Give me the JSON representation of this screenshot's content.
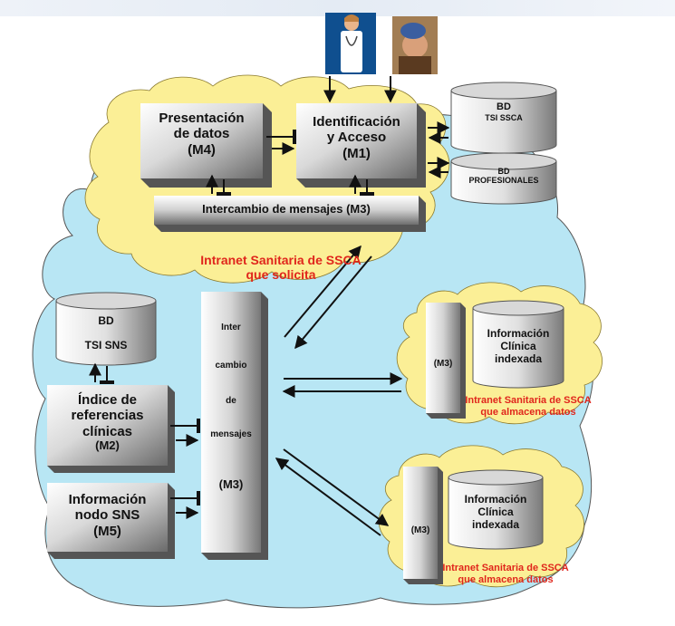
{
  "background": {
    "top_band": "#e9eef6",
    "cloud_blue": "#b8e6f4",
    "cloud_yellow": "#fbef96",
    "box_light": "#f4f4f4",
    "box_dark": "#6e6e6e",
    "red": "#e0261c"
  },
  "actors": {
    "doctor_icon": "doctor-icon",
    "patient_icon": "patient-icon"
  },
  "boxes": {
    "m4": {
      "line1": "Presentación",
      "line2": "de datos",
      "line3": "(M4)"
    },
    "m1": {
      "line1": "Identificación",
      "line2": "y Acceso",
      "line3": "(M1)"
    },
    "m3_top": {
      "label": "Intercambio de mensajes (M3)"
    },
    "m2": {
      "line1": "Índice de",
      "line2": "referencias",
      "line3": "clínicas",
      "line4": "(M2)"
    },
    "m5": {
      "line1": "Información",
      "line2": "nodo SNS",
      "line3": "(M5)"
    },
    "m3_center": {
      "line1": "Inter",
      "line2": "cambio",
      "line3": "de",
      "line4": "mensajes",
      "line5": "(M3)"
    },
    "m3_right1": {
      "label": "(M3)"
    },
    "m3_right2": {
      "label": "(M3)"
    }
  },
  "databases": {
    "tsi_ssca": {
      "line1": "BD",
      "line2": "TSI SSCA"
    },
    "profesionales": {
      "line1": "BD",
      "line2": "PROFESIONALES"
    },
    "tsi_sns": {
      "line1": "BD",
      "line2": "TSI SNS"
    },
    "info_1": {
      "line1": "Información",
      "line2": "Clínica",
      "line3": "indexada"
    },
    "info_2": {
      "line1": "Información",
      "line2": "Clínica",
      "line3": "indexada"
    }
  },
  "clouds": {
    "solicita": {
      "line1": "Intranet Sanitaria de SSCA",
      "line2": "que solicita"
    },
    "almacena_1": {
      "line1": "Intranet Sanitaria de SSCA",
      "line2": "que almacena datos"
    },
    "almacena_2": {
      "line1": "Intranet Sanitaria de SSCA",
      "line2": "que almacena datos"
    }
  }
}
